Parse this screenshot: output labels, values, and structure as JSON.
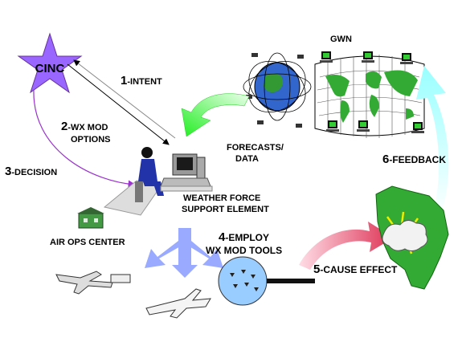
{
  "nodes": {
    "cinc": "CINC",
    "gwn": "GWN",
    "forecasts_line1": "FORECASTS/",
    "forecasts_line2": "DATA",
    "wfse_line1": "WEATHER FORCE",
    "wfse_line2": "SUPPORT ELEMENT",
    "air_ops": "AIR OPS CENTER"
  },
  "steps": {
    "s1_num": "1",
    "s1_text": "-INTENT",
    "s2_num": "2",
    "s2_text": "-WX MOD",
    "s2_text2": "OPTIONS",
    "s3_num": "3",
    "s3_text": "-DECISION",
    "s4_num": "4",
    "s4_text": "-EMPLOY",
    "s4_text2": "WX MOD TOOLS",
    "s5_num": "5",
    "s5_text": "-CAUSE EFFECT",
    "s6_num": "6",
    "s6_text": "-FEEDBACK"
  },
  "colors": {
    "cinc_star": "#9966ff",
    "green_arrow": "#33ff33",
    "cyan_arrow": "#99ffff",
    "blue_arrow": "#99aaff",
    "red_arrow": "#dd3355",
    "land_green": "#33aa33",
    "decision_arc": "#9933cc"
  }
}
